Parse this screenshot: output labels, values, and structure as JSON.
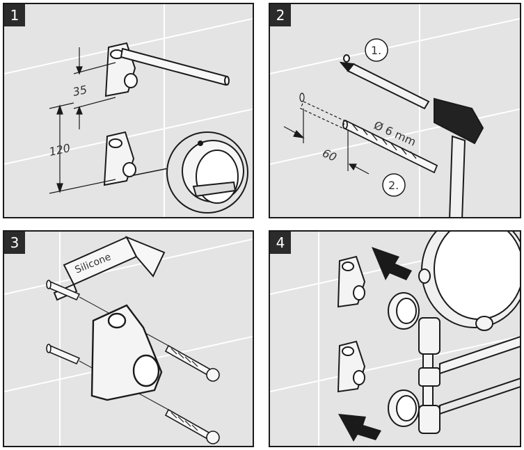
{
  "steps": [
    {
      "number": "1",
      "dimension_top": "35",
      "dimension_bottom": "120"
    },
    {
      "number": "2",
      "callout_1": "1.",
      "callout_2": "2.",
      "drill_label": "Ø 6 mm",
      "depth_label": "60"
    },
    {
      "number": "3",
      "cartridge_label": "Silicone"
    },
    {
      "number": "4"
    }
  ]
}
